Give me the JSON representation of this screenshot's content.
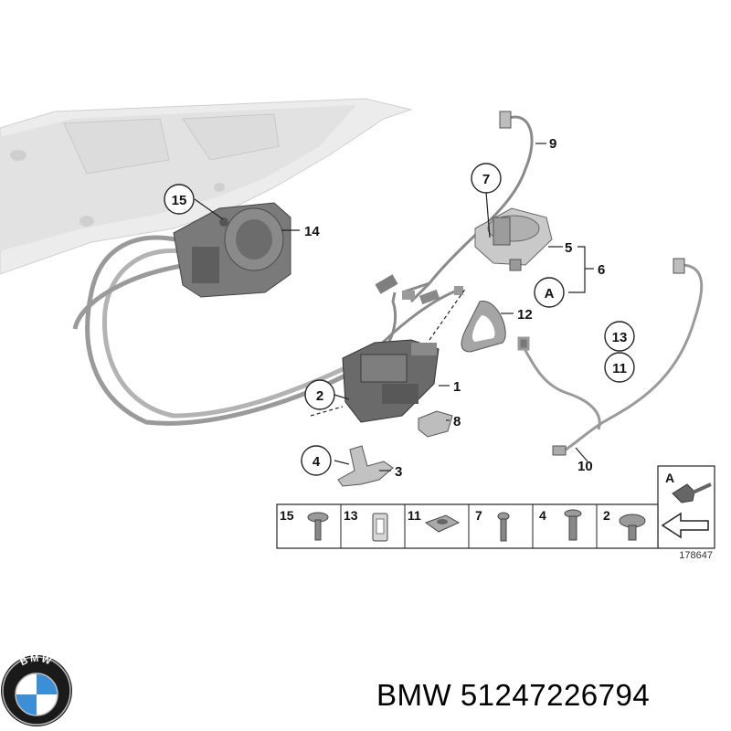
{
  "labels": {
    "l15": "15",
    "l14": "14",
    "l7": "7",
    "l9": "9",
    "l5": "5",
    "l6": "6",
    "lA": "A",
    "l12": "12",
    "l13": "13",
    "l11": "11",
    "l2": "2",
    "l1": "1",
    "l8": "8",
    "l4": "4",
    "l3": "3",
    "l10": "10"
  },
  "parts_table": {
    "cells": [
      {
        "number": "15"
      },
      {
        "number": "13"
      },
      {
        "number": "11"
      },
      {
        "number": "7"
      },
      {
        "number": "4"
      },
      {
        "number": "2"
      }
    ],
    "detail_label": "A"
  },
  "diagram_number": "178647",
  "brand": {
    "name": "BMW",
    "logo_text": "BMW",
    "part_number": "51247226794",
    "colors": {
      "blue": "#3b8fd6",
      "black": "#111111",
      "silver": "#d9d9d9"
    }
  }
}
